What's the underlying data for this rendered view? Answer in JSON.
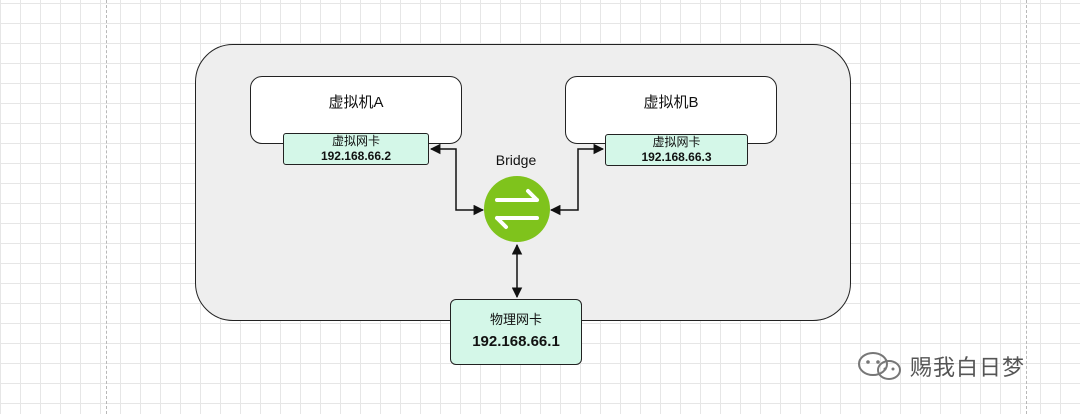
{
  "diagram": {
    "vm_a": {
      "label": "虚拟机A",
      "nic_label": "虚拟网卡",
      "ip": "192.168.66.2"
    },
    "vm_b": {
      "label": "虚拟机B",
      "nic_label": "虚拟网卡",
      "ip": "192.168.66.3"
    },
    "bridge": {
      "label": "Bridge",
      "icon": "swap-arrows-icon",
      "color": "#7fc31c"
    },
    "physical_nic": {
      "label": "物理网卡",
      "ip": "192.168.66.1"
    },
    "colors": {
      "nic_fill": "#d4f7e8",
      "container_fill": "#eeeeee",
      "bridge_fill": "#7fc31c"
    }
  },
  "watermark": {
    "text": "赐我白日梦",
    "icon": "wechat-icon"
  }
}
